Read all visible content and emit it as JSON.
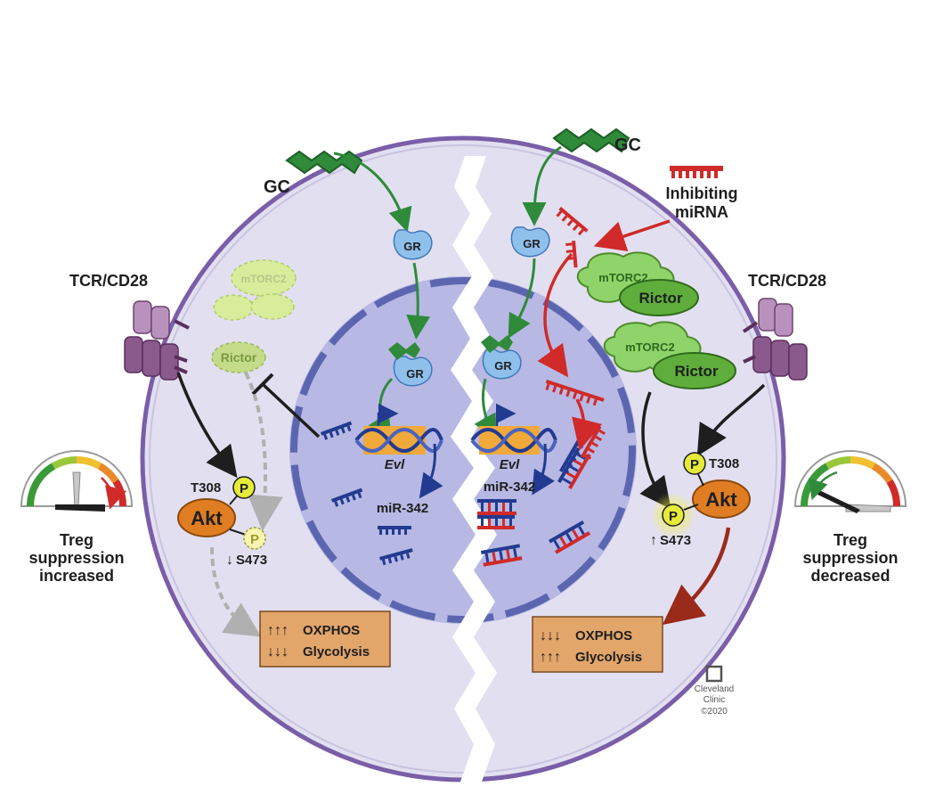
{
  "labels": {
    "gc_left": "GC",
    "gc_right": "GC",
    "inhibiting_miRNA_line1": "Inhibiting",
    "inhibiting_miRNA_line2": "miRNA",
    "tcr_left": "TCR/CD28",
    "tcr_right": "TCR/CD28",
    "mtorc2_left": "mTORC2",
    "rictor_left": "Rictor",
    "mtorc2_right_top": "mTORC2",
    "rictor_right_top": "Rictor",
    "mtorc2_right_bottom": "mTORC2",
    "rictor_right_bottom": "Rictor",
    "gr_left_cytoplasm": "GR",
    "gr_left_nucleus": "GR",
    "gr_right_cytoplasm": "GR",
    "gr_right_nucleus": "GR",
    "evl_left": "Evl",
    "evl_right": "Evl",
    "mir342_left": "miR-342",
    "mir342_right": "miR-342",
    "akt_left": "Akt",
    "akt_right": "Akt",
    "p": "P",
    "t308_left": "T308",
    "t308_right": "T308",
    "s473_left": "S473",
    "s473_right": "S473",
    "arrow_down_single": "↓",
    "arrow_up_single": "↑",
    "metab_left_oxphos_arrows": "↑↑↑",
    "metab_left_oxphos": "OXPHOS",
    "metab_left_glyco_arrows": "↓↓↓",
    "metab_left_glyco": "Glycolysis",
    "metab_right_oxphos_arrows": "↓↓↓",
    "metab_right_oxphos": "OXPHOS",
    "metab_right_glyco_arrows": "↑↑↑",
    "metab_right_glyco": "Glycolysis",
    "treg_left_1": "Treg",
    "treg_left_2": "suppression",
    "treg_left_3": "increased",
    "treg_right_1": "Treg",
    "treg_right_2": "suppression",
    "treg_right_3": "decreased",
    "logo_line1": "Cleveland",
    "logo_line2": "Clinic",
    "logo_line3": "©2020"
  },
  "colors": {
    "cell_fill": "#e2e0f0",
    "cell_border": "#7a5ea8",
    "nucleus_fill": "#b7b9e4",
    "nucleus_border": "#5c66b0",
    "gc_green": "#2f8a3a",
    "mtorc2_green": "#8fd46a",
    "rictor_green": "#5fae3c",
    "gr_blue": "#8fc0ec",
    "mirna_blue": "#223a90",
    "mirna_red": "#d02a2a",
    "akt_orange": "#e07d22",
    "p_yellow": "#e6ea3a",
    "metab_box": "#e2a56a",
    "receptor_purple": "#8a5a8c"
  }
}
